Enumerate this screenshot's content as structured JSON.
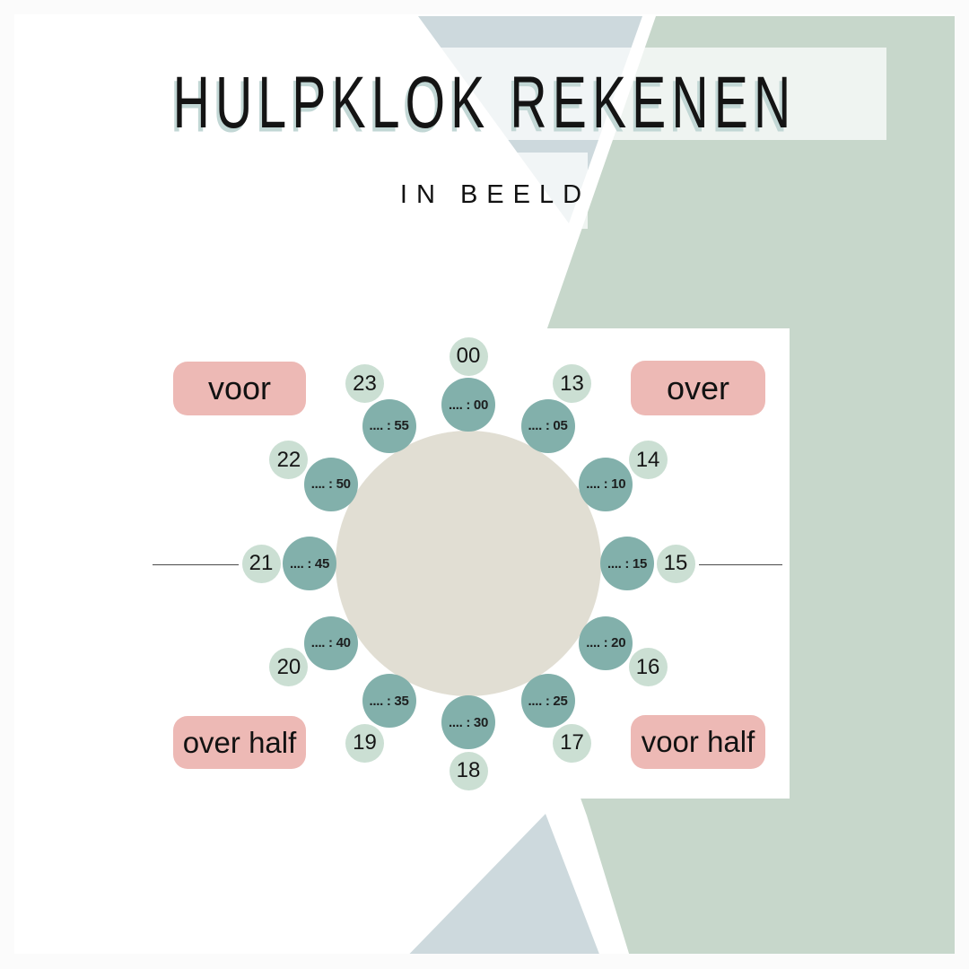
{
  "header": {
    "title": "HULPKLOK REKENEN",
    "subtitle": "IN BEELD"
  },
  "quadrant_labels": {
    "top_left": "voor",
    "top_right": "over",
    "bottom_left": "over half",
    "bottom_right": "voor half"
  },
  "clock": {
    "items": [
      {
        "hour": "00",
        "minute": ".... : 00",
        "angle": 0
      },
      {
        "hour": "13",
        "minute": ".... : 05",
        "angle": 30
      },
      {
        "hour": "14",
        "minute": ".... : 10",
        "angle": 60
      },
      {
        "hour": "15",
        "minute": ".... : 15",
        "angle": 90
      },
      {
        "hour": "16",
        "minute": ".... : 20",
        "angle": 120
      },
      {
        "hour": "17",
        "minute": ".... : 25",
        "angle": 150
      },
      {
        "hour": "18",
        "minute": ".... : 30",
        "angle": 180
      },
      {
        "hour": "19",
        "minute": ".... : 35",
        "angle": 210
      },
      {
        "hour": "20",
        "minute": ".... : 40",
        "angle": 240
      },
      {
        "hour": "21",
        "minute": ".... : 45",
        "angle": 270
      },
      {
        "hour": "22",
        "minute": ".... : 50",
        "angle": 300
      },
      {
        "hour": "23",
        "minute": ".... : 55",
        "angle": 330
      }
    ]
  },
  "colors": {
    "page_margin": "#fbfbfb",
    "background": "#ffffff",
    "green_shape": "#c7d7cb",
    "blue_shape": "#cdd9dd",
    "overlay_band": "rgba(255,255,255,0.72)",
    "clock_face_beige": "#e1ded3",
    "minute_circle_teal": "#82b0ab",
    "hour_circle_sage": "#cbdfd3",
    "label_pink": "#edb9b5",
    "text_dark": "#161616",
    "title_shadow_teal": "#c2d7d5"
  }
}
